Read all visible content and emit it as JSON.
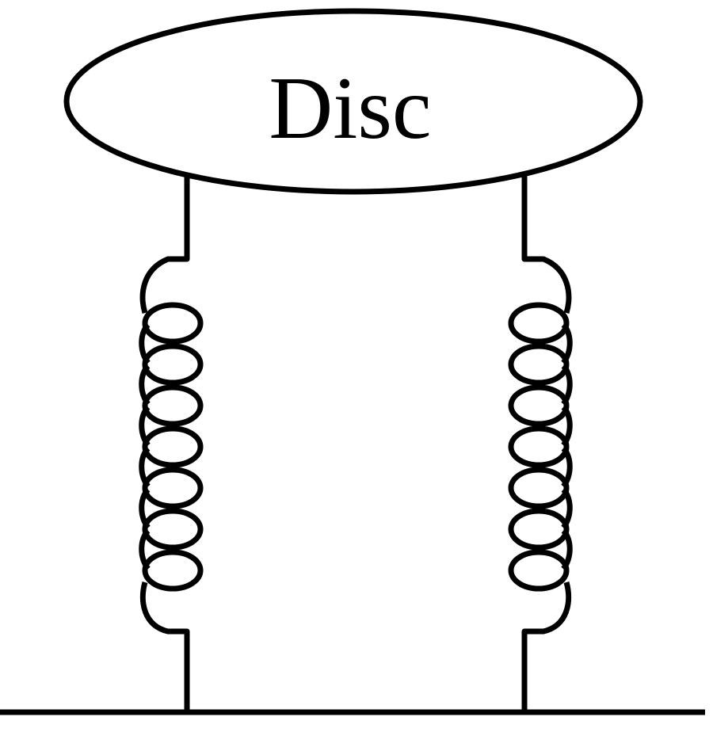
{
  "disc": {
    "label": "Disc"
  },
  "springs": {
    "count": 2,
    "loops_per_spring": 7
  },
  "colors": {
    "line": "#000000",
    "background": "#ffffff"
  }
}
